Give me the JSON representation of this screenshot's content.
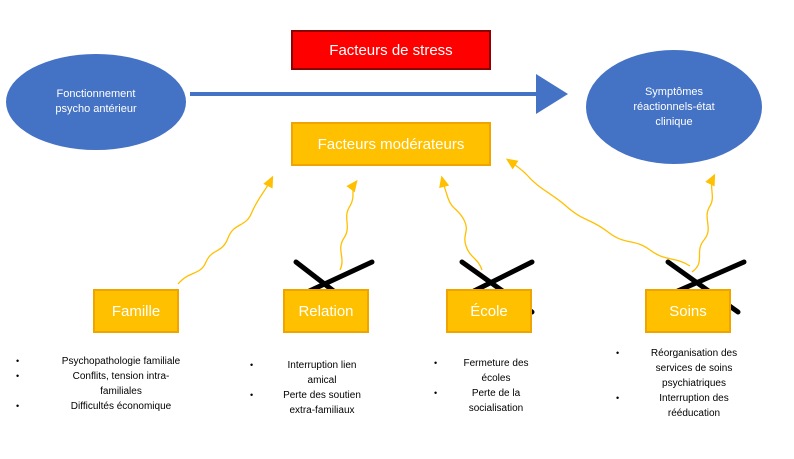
{
  "diagram": {
    "stress": "Facteurs de stress",
    "moderators": "Facteurs modérateurs",
    "left_oval": "Fonctionnement\npsycho antérieur",
    "right_oval": "Symptômes\nréactionnels-état\nclinique",
    "factors": [
      {
        "label": "Famille",
        "crossed": false,
        "items": [
          "Psychopathologie familiale",
          "Conflits, tension intra-\nfamiliales",
          "Difficultés économique"
        ]
      },
      {
        "label": "Relation",
        "crossed": true,
        "items": [
          "Interruption lien\namical",
          "Perte des soutien\nextra-familiaux"
        ]
      },
      {
        "label": "École",
        "crossed": true,
        "items": [
          "Fermeture des\nécoles",
          "Perte de la\nsocialisation"
        ]
      },
      {
        "label": "Soins",
        "crossed": true,
        "items": [
          "Réorganisation des\nservices de soins\npsychiatriques",
          "Interruption des\nrééducation"
        ]
      }
    ],
    "colors": {
      "oval": "#4472c4",
      "stress": "#ff0000",
      "moderator": "#ffc000",
      "main_arrow": "#4472c4",
      "squiggle": "#ffc000",
      "cross": "#000000"
    }
  }
}
